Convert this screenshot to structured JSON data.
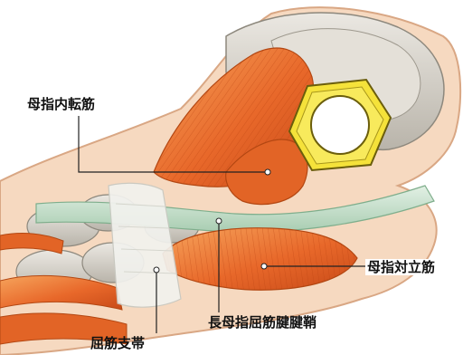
{
  "labels": {
    "adductor_pollicis": "母指内転筋",
    "opponens_pollicis": "母指対立筋",
    "flexor_pollicis_longus_sheath": "長母指屈筋腱腱鞘",
    "flexor_retinaculum": "屈筋支帯"
  },
  "colors": {
    "muscle": "#e8682a",
    "muscle_light": "#f4a05a",
    "bone": "#d8d4cc",
    "skin": "#f6d9c0",
    "tendon": "#c9e2cf",
    "retinaculum": "#f2f2ee",
    "nut_fill": "#f5e23a",
    "nut_stroke": "#8a7a10",
    "leader": "#222222"
  },
  "icons": {
    "nut": "hex-nut-icon"
  }
}
